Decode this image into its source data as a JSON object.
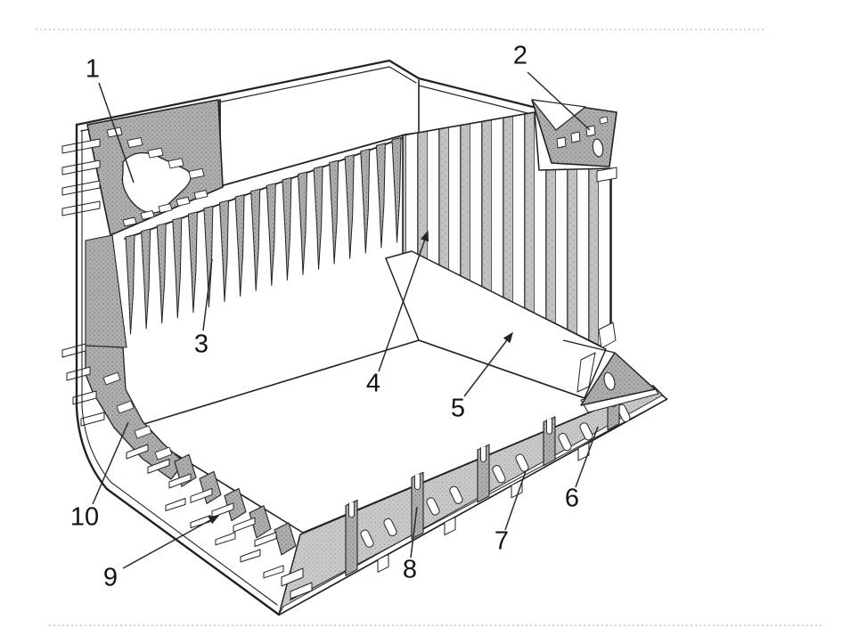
{
  "diagram": {
    "kind": "ship hold structure cutaway line drawing",
    "callouts": [
      {
        "number": "1"
      },
      {
        "number": "2"
      },
      {
        "number": "3"
      },
      {
        "number": "4"
      },
      {
        "number": "5"
      },
      {
        "number": "6"
      },
      {
        "number": "7"
      },
      {
        "number": "8"
      },
      {
        "number": "9"
      },
      {
        "number": "10"
      }
    ]
  },
  "colors": {
    "ink": "#1f1f1f",
    "hatch_dark": "#adadad",
    "hatch_light": "#c6c6c6",
    "paper": "#ffffff",
    "dotted_rule": "#c9c9c9"
  }
}
